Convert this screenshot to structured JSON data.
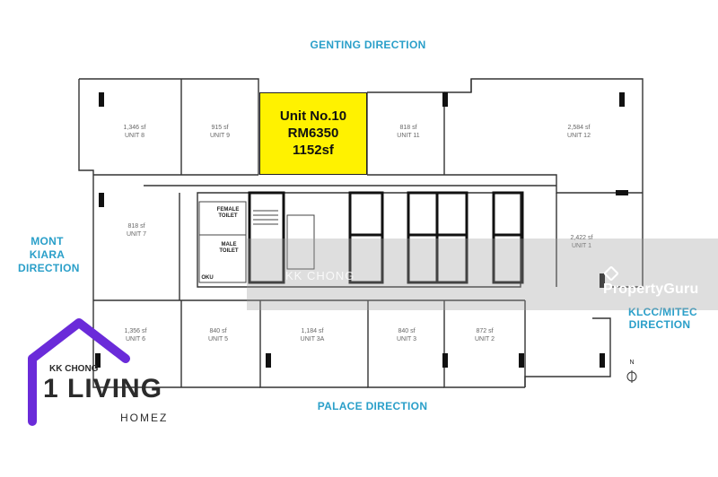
{
  "directions": {
    "north": "GENTING DIRECTION",
    "west": "MONT KIARA DIRECTION",
    "east": "KLCC/MITEC DIRECTION",
    "south": "PALACE DIRECTION"
  },
  "highlight": {
    "unit": "Unit No.10",
    "price": "RM6350",
    "size": "1152sf"
  },
  "units": [
    {
      "area": "1,346 sf",
      "name": "UNIT 8"
    },
    {
      "area": "915 sf",
      "name": "UNIT 9"
    },
    {
      "area": "818 sf",
      "name": "UNIT 11"
    },
    {
      "area": "2,584 sf",
      "name": "UNIT 12"
    },
    {
      "area": "818 sf",
      "name": "UNIT 7"
    },
    {
      "area": "2,422 sf",
      "name": "UNIT 1"
    },
    {
      "area": "1,356 sf",
      "name": "UNIT 6"
    },
    {
      "area": "840 sf",
      "name": "UNIT 5"
    },
    {
      "area": "1,184 sf",
      "name": "UNIT 3A"
    },
    {
      "area": "840 sf",
      "name": "UNIT 3"
    },
    {
      "area": "872 sf",
      "name": "UNIT 2"
    }
  ],
  "rooms": {
    "female_toilet": "FEMALE TOILET",
    "male_toilet": "MALE TOILET",
    "oku": "OKU"
  },
  "compass": "N",
  "logo": {
    "top": "KK CHONG",
    "main": "1 LIVING",
    "sub": "HOMEZ",
    "color": "#6a2bd9"
  },
  "watermark": "PropertyGuru",
  "watermark_ghost": "KK CHONG",
  "colors": {
    "direction": "#2a9fc9",
    "highlight": "#fff200"
  }
}
